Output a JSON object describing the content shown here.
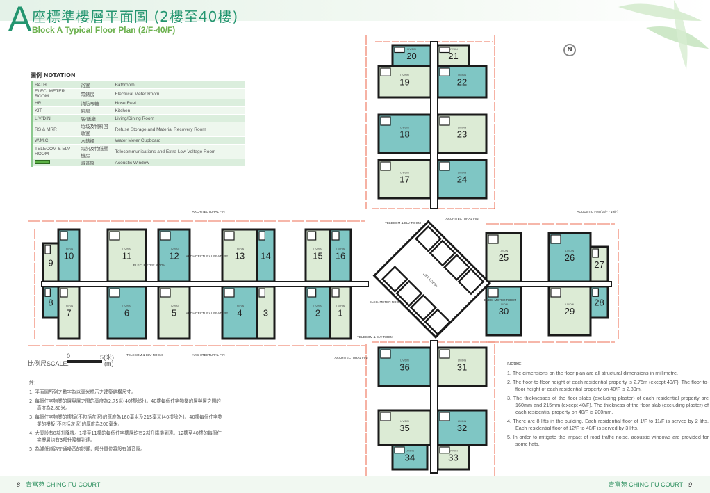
{
  "header": {
    "block_letter": "A",
    "title_zh": "座標準樓層平面圖 (2樓至40樓)",
    "title_en": "Block A Typical Floor Plan (2/F-40/F)"
  },
  "notation": {
    "heading": "圖例 NOTATION",
    "rows": [
      {
        "abbr": "BATH",
        "zh": "浴室",
        "en": "Bathroom"
      },
      {
        "abbr": "ELEC. METER ROOM",
        "zh": "電錶房",
        "en": "Electrical Meter Room"
      },
      {
        "abbr": "HR",
        "zh": "消防喉轆",
        "en": "Hose Reel"
      },
      {
        "abbr": "KIT",
        "zh": "廚房",
        "en": "Kitchen"
      },
      {
        "abbr": "LIV/DIN",
        "zh": "客/飯廳",
        "en": "Living/Dining Room"
      },
      {
        "abbr": "RS & MRR",
        "zh": "垃圾及物料回收室",
        "en": "Refuse Storage and Material Recovery Room"
      },
      {
        "abbr": "W.M.C.",
        "zh": "水錶櫃",
        "en": "Water Meter Cupboard"
      },
      {
        "abbr": "TELECOM & ELV ROOM",
        "zh": "電訊及特低壓機房",
        "en": "Telecommunications and Extra Low Voltage Room"
      },
      {
        "abbr": "",
        "zh": "減音窗",
        "en": "Acoustic Window"
      }
    ]
  },
  "plan": {
    "units": {
      "u1": "1",
      "u2": "2",
      "u3": "3",
      "u4": "4",
      "u5": "5",
      "u6": "6",
      "u7": "7",
      "u8": "8",
      "u9": "9",
      "u10": "10",
      "u11": "11",
      "u12": "12",
      "u13": "13",
      "u14": "14",
      "u15": "15",
      "u16": "16",
      "u17": "17",
      "u18": "18",
      "u19": "19",
      "u20": "20",
      "u21": "21",
      "u22": "22",
      "u23": "23",
      "u24": "24",
      "u25": "25",
      "u26": "26",
      "u27": "27",
      "u28": "28",
      "u29": "29",
      "u30": "30",
      "u31": "31",
      "u32": "32",
      "u33": "33",
      "u34": "34",
      "u35": "35",
      "u36": "36"
    },
    "livdin": "LIV/DIN",
    "arch_fin": "ARCHITECTURAL FIN",
    "arch_feature": "ARCHITECTURAL FEATURE",
    "elec_meter": "ELEC. METER ROOM",
    "telecom": "TELECOM & ELV ROOM",
    "lift_lobby": "LIFT LOBBY",
    "acoustic_fin": "ACOUSTIC FIN (15/F - 19/F)",
    "north": "N"
  },
  "scale": {
    "label": "比例尺SCALE:",
    "zero": "0",
    "five": "5(米)",
    "unit": "(m)"
  },
  "notes_zh": {
    "heading": "註：",
    "items": [
      "1.  平面圖所列之數字為以毫米標示之建築結構尺寸。",
      "2.  每個住宅物業的層與層之間的高度為2.75米(40樓除外)。40樓每個住宅物業的層與層之間的高度為2.80米。",
      "3.  每個住宅物業的樓板(不包括灰泥)的厚度為160毫米及215毫米(40樓除外)。40樓每個住宅物業的樓板(不包括灰泥)的厚度為200毫米。",
      "4.  大廈設有8部升降機。1樓至11樓的每個住宅樓層均有2部升降機到達。12樓至40樓的每個住宅樓層均有3部升降機到達。",
      "5.  為減低道路交通噪音的影響，部分單位將設有減音窗。"
    ]
  },
  "notes_en": {
    "heading": "Notes:",
    "items": [
      "1.  The dimensions on the floor plan are all structural dimensions in millimetre.",
      "2.  The floor-to-floor height of each residential property is 2.75m (except 40/F). The floor-to-floor height of each residential property on 40/F is 2.80m.",
      "3.  The thicknesses of the floor slabs (excluding plaster) of each residential property are 160mm and 215mm (except 40/F). The thickness of the floor slab (excluding plaster) of each residential property on 40/F is 200mm.",
      "4.  There are 8 lifts in the building. Each residential floor of 1/F to 11/F is served by 2 lifts. Each residential floor of 12/F to 40/F is served by 3 lifts.",
      "5.  In order to mitigate the impact of road traffic noise, acoustic windows are provided for some flats."
    ]
  },
  "footer": {
    "left_page": "8",
    "right_page": "9",
    "estate": "青富苑  CHING FU COURT"
  },
  "colors": {
    "brand": "#23956f",
    "teal_unit": "#7fc6c4",
    "light_unit": "#dcebd5",
    "wall": "#1a1a1a",
    "dimension": "#e8401c"
  }
}
